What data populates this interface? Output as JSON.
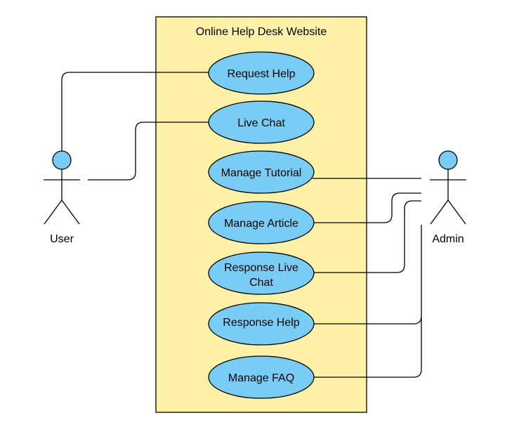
{
  "system": {
    "title": "Online Help Desk Website"
  },
  "actors": {
    "user": {
      "label": "User"
    },
    "admin": {
      "label": "Admin"
    }
  },
  "use_cases": [
    {
      "id": "request_help",
      "lines": [
        "Request Help"
      ]
    },
    {
      "id": "live_chat",
      "lines": [
        "Live Chat"
      ]
    },
    {
      "id": "manage_tutorial",
      "lines": [
        "Manage Tutorial"
      ]
    },
    {
      "id": "manage_article",
      "lines": [
        "Manage Article"
      ]
    },
    {
      "id": "response_live_chat",
      "lines": [
        "Response Live",
        "Chat"
      ]
    },
    {
      "id": "response_help",
      "lines": [
        "Response Help"
      ]
    },
    {
      "id": "manage_faq",
      "lines": [
        "Manage FAQ"
      ]
    }
  ],
  "colors": {
    "system_fill": "#fff2a8",
    "use_case_fill": "#79cdf5",
    "stroke": "#000000"
  }
}
